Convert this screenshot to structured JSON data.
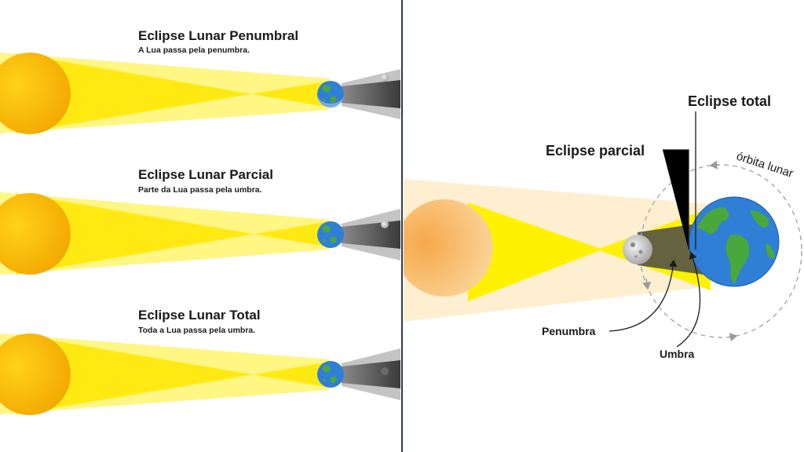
{
  "left_panel": {
    "penumbral": {
      "title": "Eclipse Lunar Penumbral",
      "subtitle": "A Lua passa pela penumbra."
    },
    "partial": {
      "title": "Eclipse Lunar Parcial",
      "subtitle": "Parte da Lua passa pela umbra."
    },
    "total": {
      "title": "Eclipse Lunar Total",
      "subtitle": "Toda a Lua passa pela umbra."
    }
  },
  "right_panel": {
    "labels": {
      "total": "Eclipse total",
      "partial": "Eclipse parcial",
      "orbit": "órbita lunar",
      "penumbra": "Penumbra",
      "umbra": "Umbra"
    }
  },
  "colors": {
    "sun": "#f5bf14",
    "sun_edge": "#f2a200",
    "light": "#fff200",
    "shadow": "#7a7a7a",
    "divider": "#2b3a55",
    "ocean": "#2f7fd6",
    "land": "#49a83c"
  },
  "icons": [
    "sun-icon",
    "earth-icon",
    "moon-icon"
  ]
}
